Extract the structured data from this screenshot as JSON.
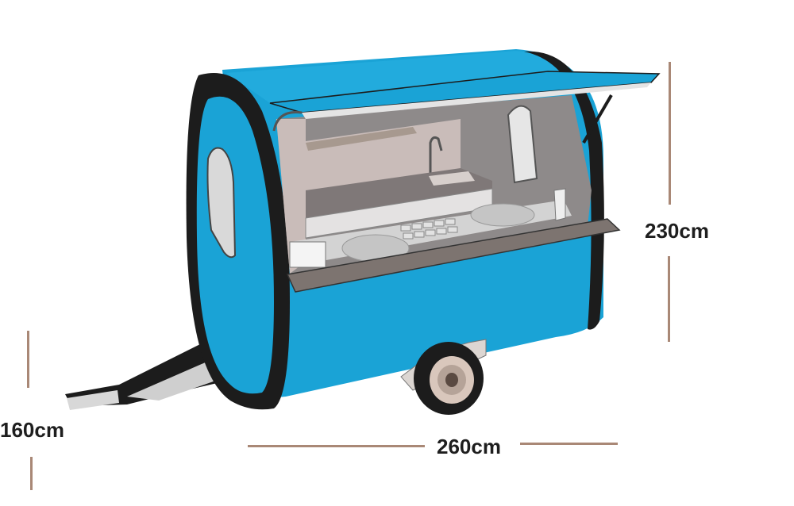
{
  "figure": {
    "subject": "Mobile food trailer with open serving window",
    "colors": {
      "body": "#1aa3d6",
      "body_shade": "#1592c2",
      "frame": "#1c1c1c",
      "interior_wall": "#c9bcb9",
      "interior_dark": "#8e8a8a",
      "counter_top": "#7f7878",
      "dimension_line": "#a98876",
      "label_text": "#1e1e1e"
    }
  },
  "dimensions": {
    "height": {
      "label": "230cm",
      "value_cm": 230,
      "orientation": "vertical"
    },
    "width": {
      "label": "260cm",
      "value_cm": 260,
      "orientation": "horizontal"
    },
    "depth": {
      "label": "160cm",
      "value_cm": 160,
      "orientation": "vertical"
    }
  }
}
